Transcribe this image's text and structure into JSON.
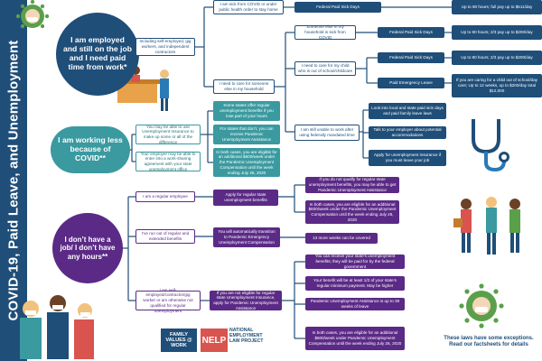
{
  "title": "COVID-19, Paid Leave, and Unemployment",
  "bubbles": {
    "employed": "I am employed and still on the job and I need paid time from work*",
    "working_less": "I am working less because of COVID**",
    "no_job": "I don’t have a job/ I don’t have any hours**"
  },
  "employed": {
    "includes": "Including self-employed, gig workers, and independent contractors",
    "sick": "I am sick from COVID or under public health order to stay home",
    "sick_fed": "Federal Paid Sick Days",
    "sick_fed_detail": "Up to 80 hours; full pay up to $511/day",
    "household": "Someone else in my household is sick from COVID",
    "household_fed": "Federal Paid Sick Days",
    "household_fed_detail": "Up to 80 hours; 2/3 pay up to $200/day",
    "child": "I need to care for my child who is out of school/childcare",
    "child_fed": "Federal Paid Sick Days",
    "child_fed_detail": "Up to 80 hours; 2/3 pay up to $200/day",
    "child_emergency": "Paid Emergency Leave",
    "child_emergency_detail": "If you are caring for a child out of school/day care; Up to 12 weeks, up to $200/day total $12,000",
    "care_other": "I need to care for someone else in my household",
    "unable": "I am still unable to work after using federally mandated time",
    "unable_local": "Look into local and state paid sick days and paid family leave laws",
    "unable_employer": "Talk to your employer about potential accommodations",
    "unable_ui": "Apply for unemployment insurance if you must leave your job"
  },
  "working_less": {
    "reduce": "You may be able to use Unemployment Insurance to make up some or all of the difference",
    "workshare": "Your employer may be able to enter into a work-sharing agreement with your state unemployment office",
    "some_states": "Some states offer regular unemployment benefits if you lose part of your hours",
    "for_states": "For states that don’t, you can receive Pandemic Unemployment Assistance",
    "both_cases": "In both cases, you are eligible for an additional $600/week under the Pandemic Unemployment Compensation until the week ending July 26, 2020"
  },
  "no_job": {
    "regular": "I am a regular employee",
    "apply_regular": "Apply for regular state unemployment benefits",
    "not_qualify": "If you do not qualify for regular state unemployment benefits, you may be able to get Pandemic Unemployment Assistance",
    "both_cases": "In both cases, you are eligible for an additional $600/week under the Pandemic Unemployment Compensation until the week ending July 26, 2020",
    "run_out": "I’ve run out of regular and extended benefits",
    "auto": "You will automatically transition to Pandemic Emergency Unemployment Compensation",
    "thirteen": "13 more weeks can be covered",
    "self_employed": "I am self-employed/contractor/gig worker or am otherwise not qualified for regular unemployment",
    "not_eligible": "If you are not eligible for regular state Unemployment Insurance, apply for Pandemic Unemployment Assistance",
    "state_benefits": "You can receive your state’s unemployment benefits; they will be paid for by the federal government",
    "at_least": "Your benefit will be at least 1/2 of your state’s regular minimum payment. May be higher",
    "pua_weeks": "Pandemic Unemployment Assistance is up to 39 weeks of leave",
    "both_cases_2": "In both cases, you are eligible for an additional $600/week under Pandemic Unemployment Compensation until the week ending July 26, 2020"
  },
  "logos": {
    "family_values": "FAMILY VALUES @ WORK",
    "nelp": "NELP",
    "nelp_full": "NATIONAL EMPLOYMENT LAW PROJECT"
  },
  "footnote": "These laws have some exceptions. Read our factsheets for details",
  "colors": {
    "navy": "#1f4e79",
    "teal": "#3a9aa0",
    "purple": "#5b2a86",
    "virus_green": "#5aa04a"
  }
}
